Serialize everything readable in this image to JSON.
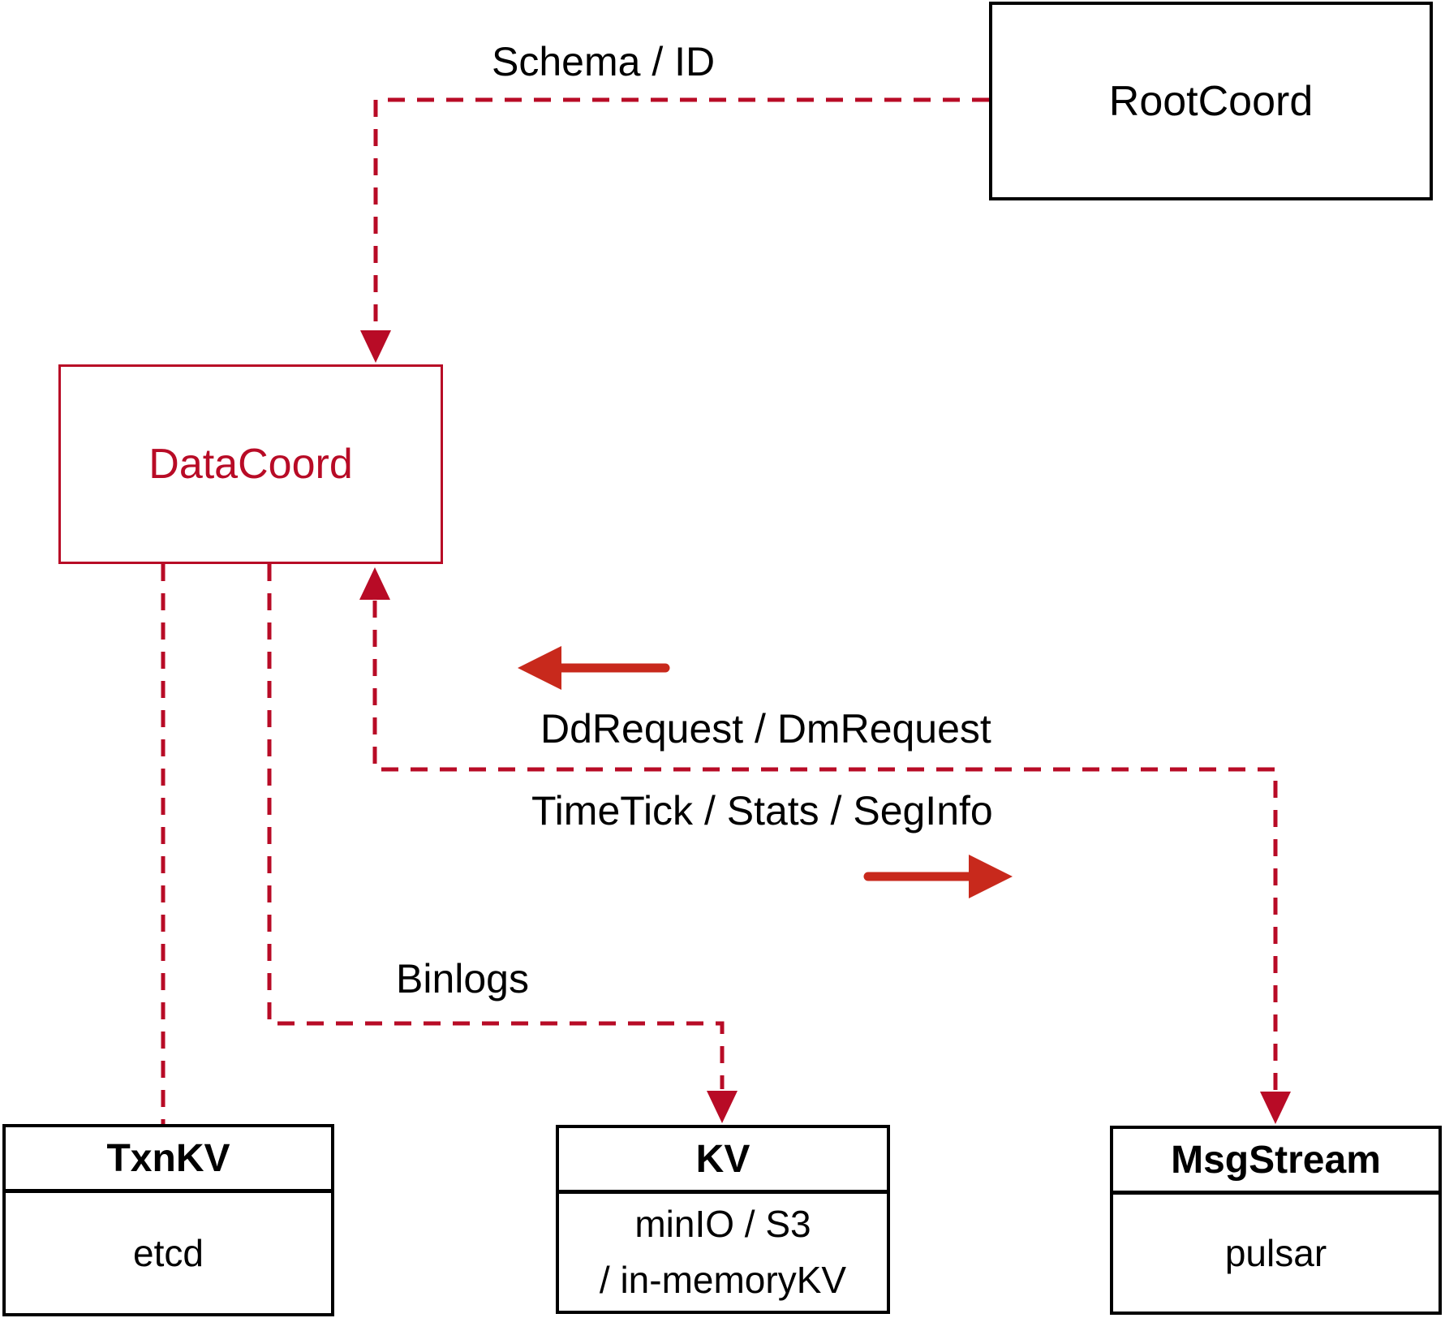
{
  "colors": {
    "crimson": "#b80b26",
    "arrow_red": "#c8291c",
    "box_border_black": "#000000"
  },
  "nodes": {
    "rootcoord": {
      "label": "RootCoord"
    },
    "datacoord": {
      "label": "DataCoord"
    },
    "txnkv": {
      "title": "TxnKV",
      "body": "etcd"
    },
    "kv": {
      "title": "KV",
      "body_line1": "minIO / S3",
      "body_line2": "/ in-memoryKV"
    },
    "msgstream": {
      "title": "MsgStream",
      "body": "pulsar"
    }
  },
  "edges": {
    "schema_id": {
      "label": "Schema / ID"
    },
    "dd_dm_request": {
      "label": "DdRequest / DmRequest"
    },
    "timetick_stats_seginfo": {
      "label": "TimeTick / Stats / SegInfo"
    },
    "binlogs": {
      "label": "Binlogs"
    }
  }
}
